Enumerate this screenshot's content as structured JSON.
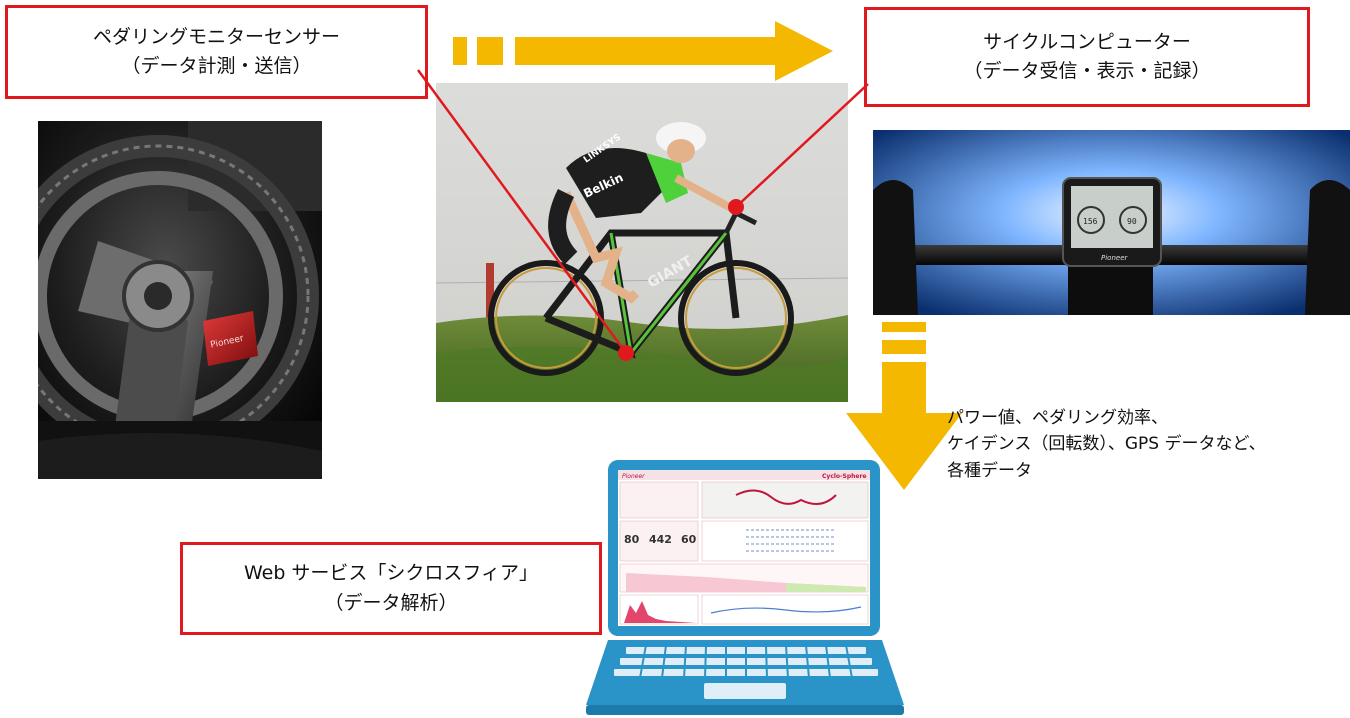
{
  "sensor_label": {
    "line1": "ペダリングモニターセンサー",
    "line2": "（データ計測・送信）"
  },
  "computer_label": {
    "line1": "サイクルコンピューター",
    "line2": "（データ受信・表示・記録）"
  },
  "web_label": {
    "line1": "Web サービス「シクロスフィア」",
    "line2": "（データ解析）"
  },
  "data_note": {
    "line1": "パワー値、ペダリング効率、",
    "line2": "ケイデンス（回転数）、GPS データなど、",
    "line3": "各種データ"
  },
  "photo_text": {
    "jersey_1": "LINKSYS",
    "jersey_2": "Belkin",
    "frame": "GIANT",
    "device_brand": "Pioneer",
    "device_reading_left": "156",
    "device_reading_right": "90",
    "crank_brand": "Pioneer",
    "screen_brand": "Pioneer",
    "screen_title": "Cyclo-Sphere",
    "screen_metric_1": "80",
    "screen_metric_2": "442",
    "screen_metric_3": "60"
  },
  "colors": {
    "label_border": "#e0191f",
    "arrow": "#f5b800",
    "connector_line": "#e0191f",
    "laptop_body": "#2a93c8"
  },
  "icons": {
    "flow_arrow_right": "arrow-right",
    "flow_arrow_down": "arrow-down",
    "laptop": "laptop-icon"
  }
}
